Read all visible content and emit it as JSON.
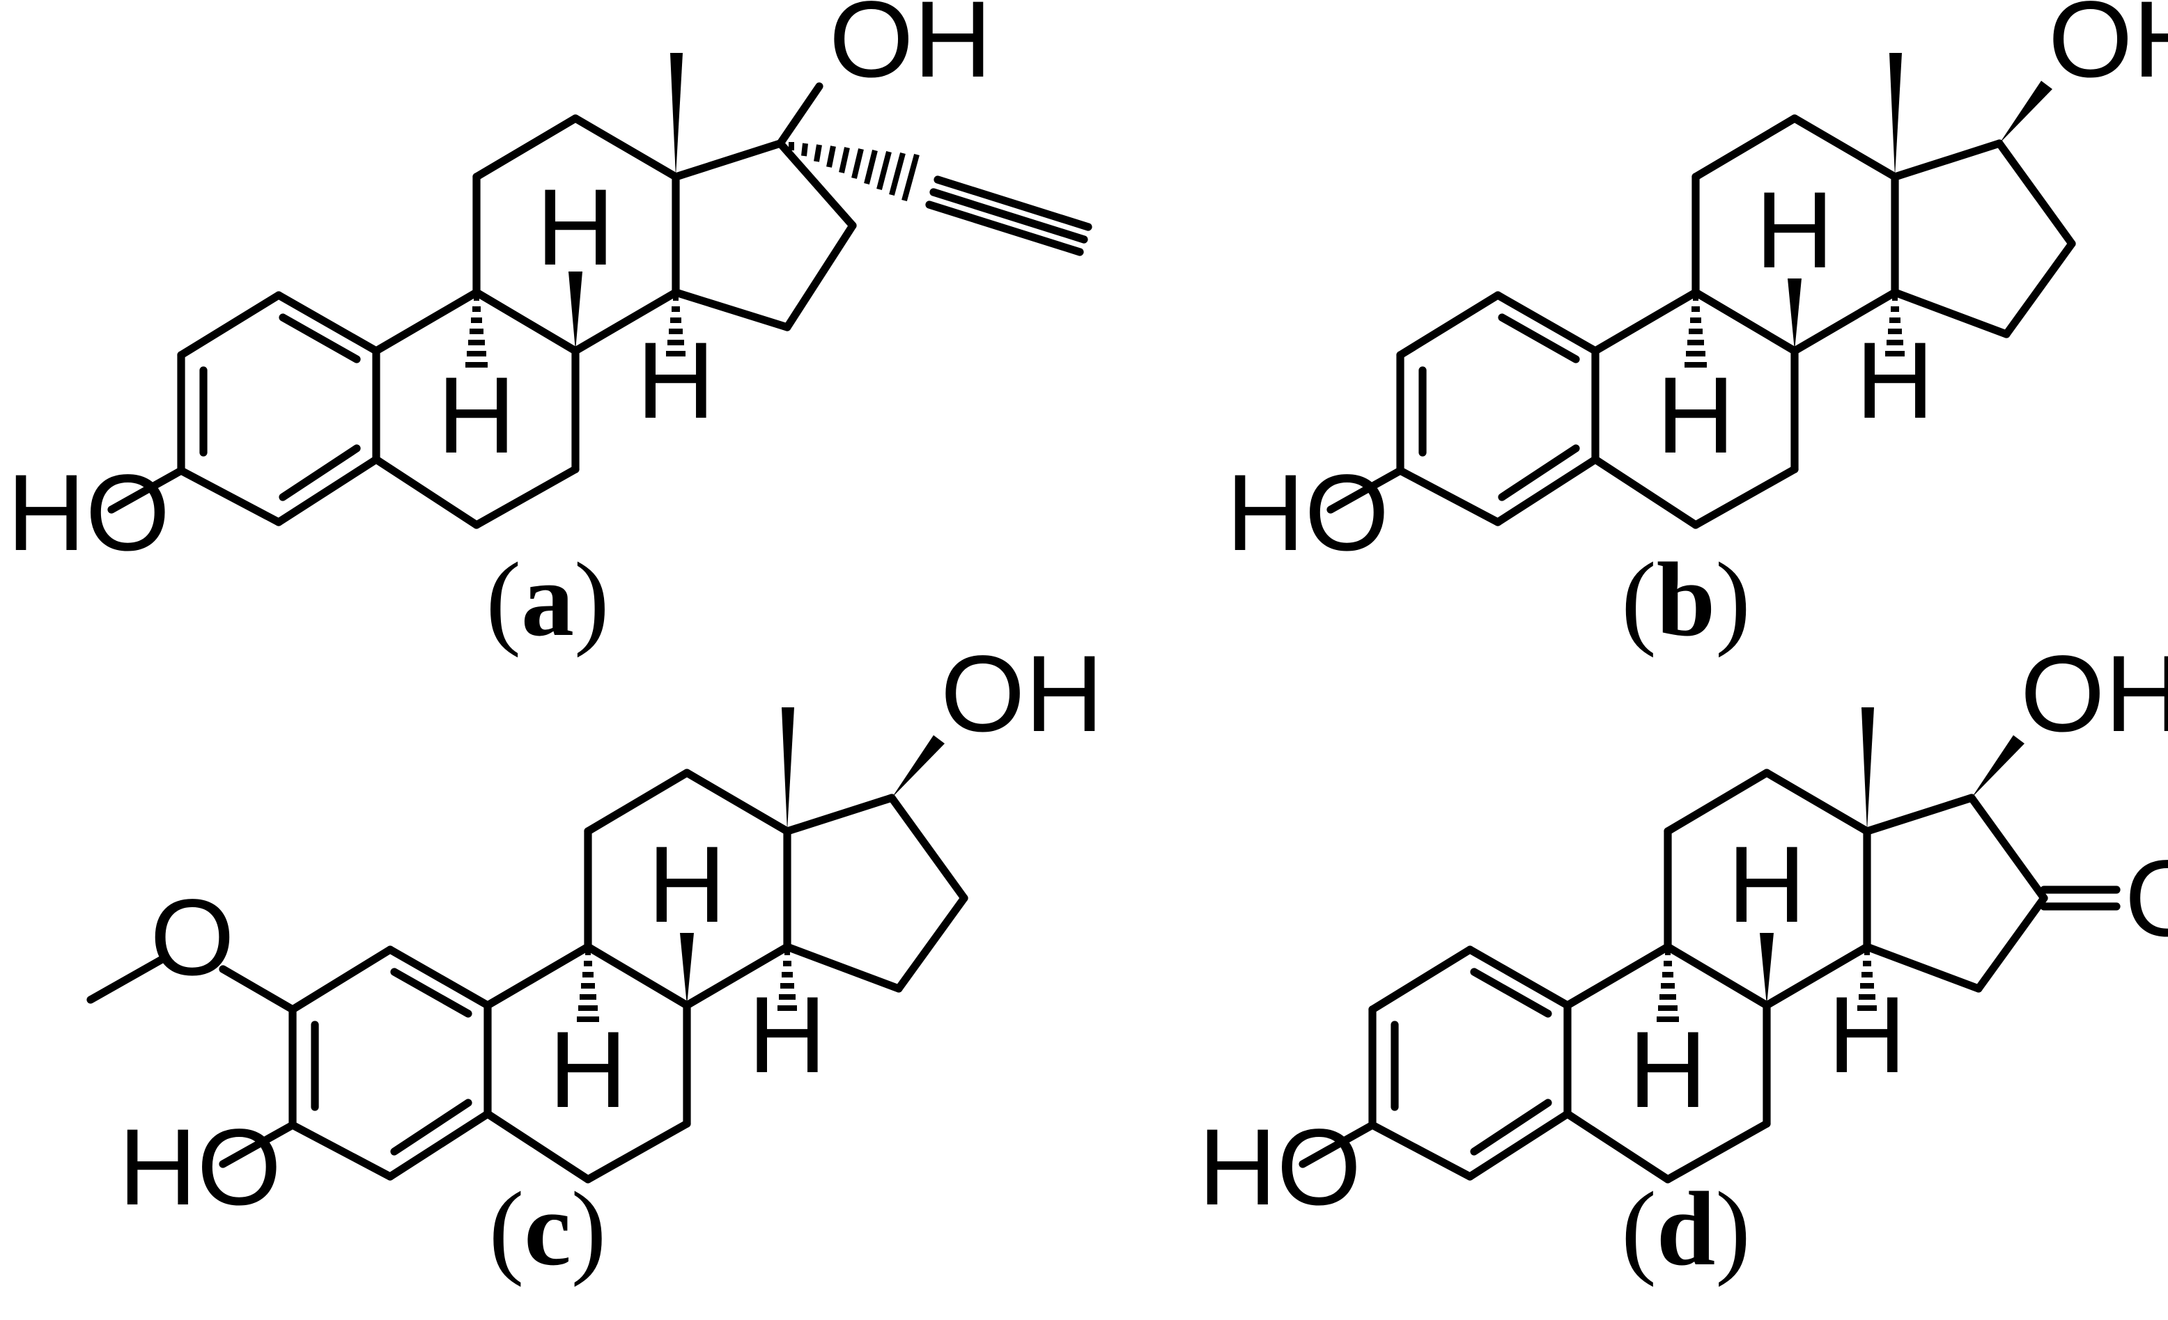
{
  "panels": [
    {
      "id": "a",
      "caption": "a",
      "labels": {
        "oh17": "OH",
        "oh3": "HO",
        "h9": "H",
        "h8": "H",
        "h14": "H"
      }
    },
    {
      "id": "b",
      "caption": "b",
      "labels": {
        "oh17": "OH",
        "oh3": "HO",
        "h9": "H",
        "h8": "H",
        "h14": "H"
      }
    },
    {
      "id": "c",
      "caption": "c",
      "labels": {
        "oh17": "OH",
        "oh3": "HO",
        "ome": "O",
        "h9": "H",
        "h8": "H",
        "h14": "H"
      }
    },
    {
      "id": "d",
      "caption": "d",
      "labels": {
        "oh17": "OH",
        "oh3": "HO",
        "keto": "O",
        "h9": "H",
        "h8": "H",
        "h14": "H"
      }
    }
  ],
  "caption_format": {
    "open": "(",
    "close": ")"
  }
}
